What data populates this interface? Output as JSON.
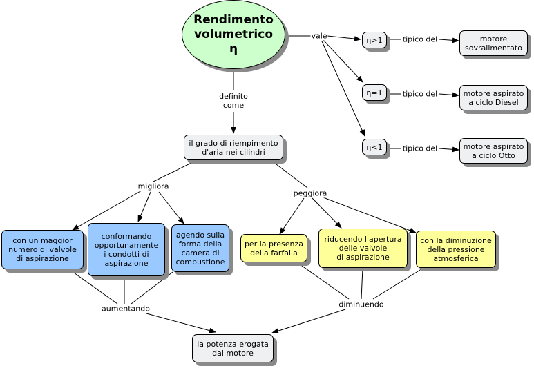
{
  "title": "Rendimento\nvolumetrico\nη",
  "links": {
    "vale": "vale",
    "definito_come": "definito\ncome",
    "migliora": "migliora",
    "peggiora": "peggiora",
    "aumentando": "aumentando",
    "diminuendo": "diminuendo",
    "tipico_1": "tipico del",
    "tipico_2": "tipico del",
    "tipico_3": "tipico del"
  },
  "nodes": {
    "eta_gt": "η>1",
    "eta_eq": "η=1",
    "eta_lt": "η<1",
    "motore_sovra": "motore\nsovralimentato",
    "motore_diesel": "motore aspirato\na ciclo Diesel",
    "motore_otto": "motore aspirato\na ciclo Otto",
    "grado": "il grado di riempimento\nd'aria nei cilindri",
    "valvole": "con un maggior\nnumero di valvole\ndi aspirazione",
    "condotti": "conformando\nopportunamente\ni condotti di\naspirazione",
    "camera": "agendo sulla\nforma della\ncamera di\ncombustione",
    "farfalla": "per la presenza\ndella farfalla",
    "apertura": "riducendo l'apertura\ndelle valvole\ndi aspirazione",
    "pressione": "con la diminuzione\ndella pressione\natmosferica",
    "potenza": "la potenza erogata\ndal motore"
  },
  "colors": {
    "title_fill": "#ccffcc",
    "gray_fill": "#eef0f2",
    "blue_fill": "#99c9ff",
    "yellow_fill": "#ffff99",
    "shadow": "#8a8a8a"
  }
}
